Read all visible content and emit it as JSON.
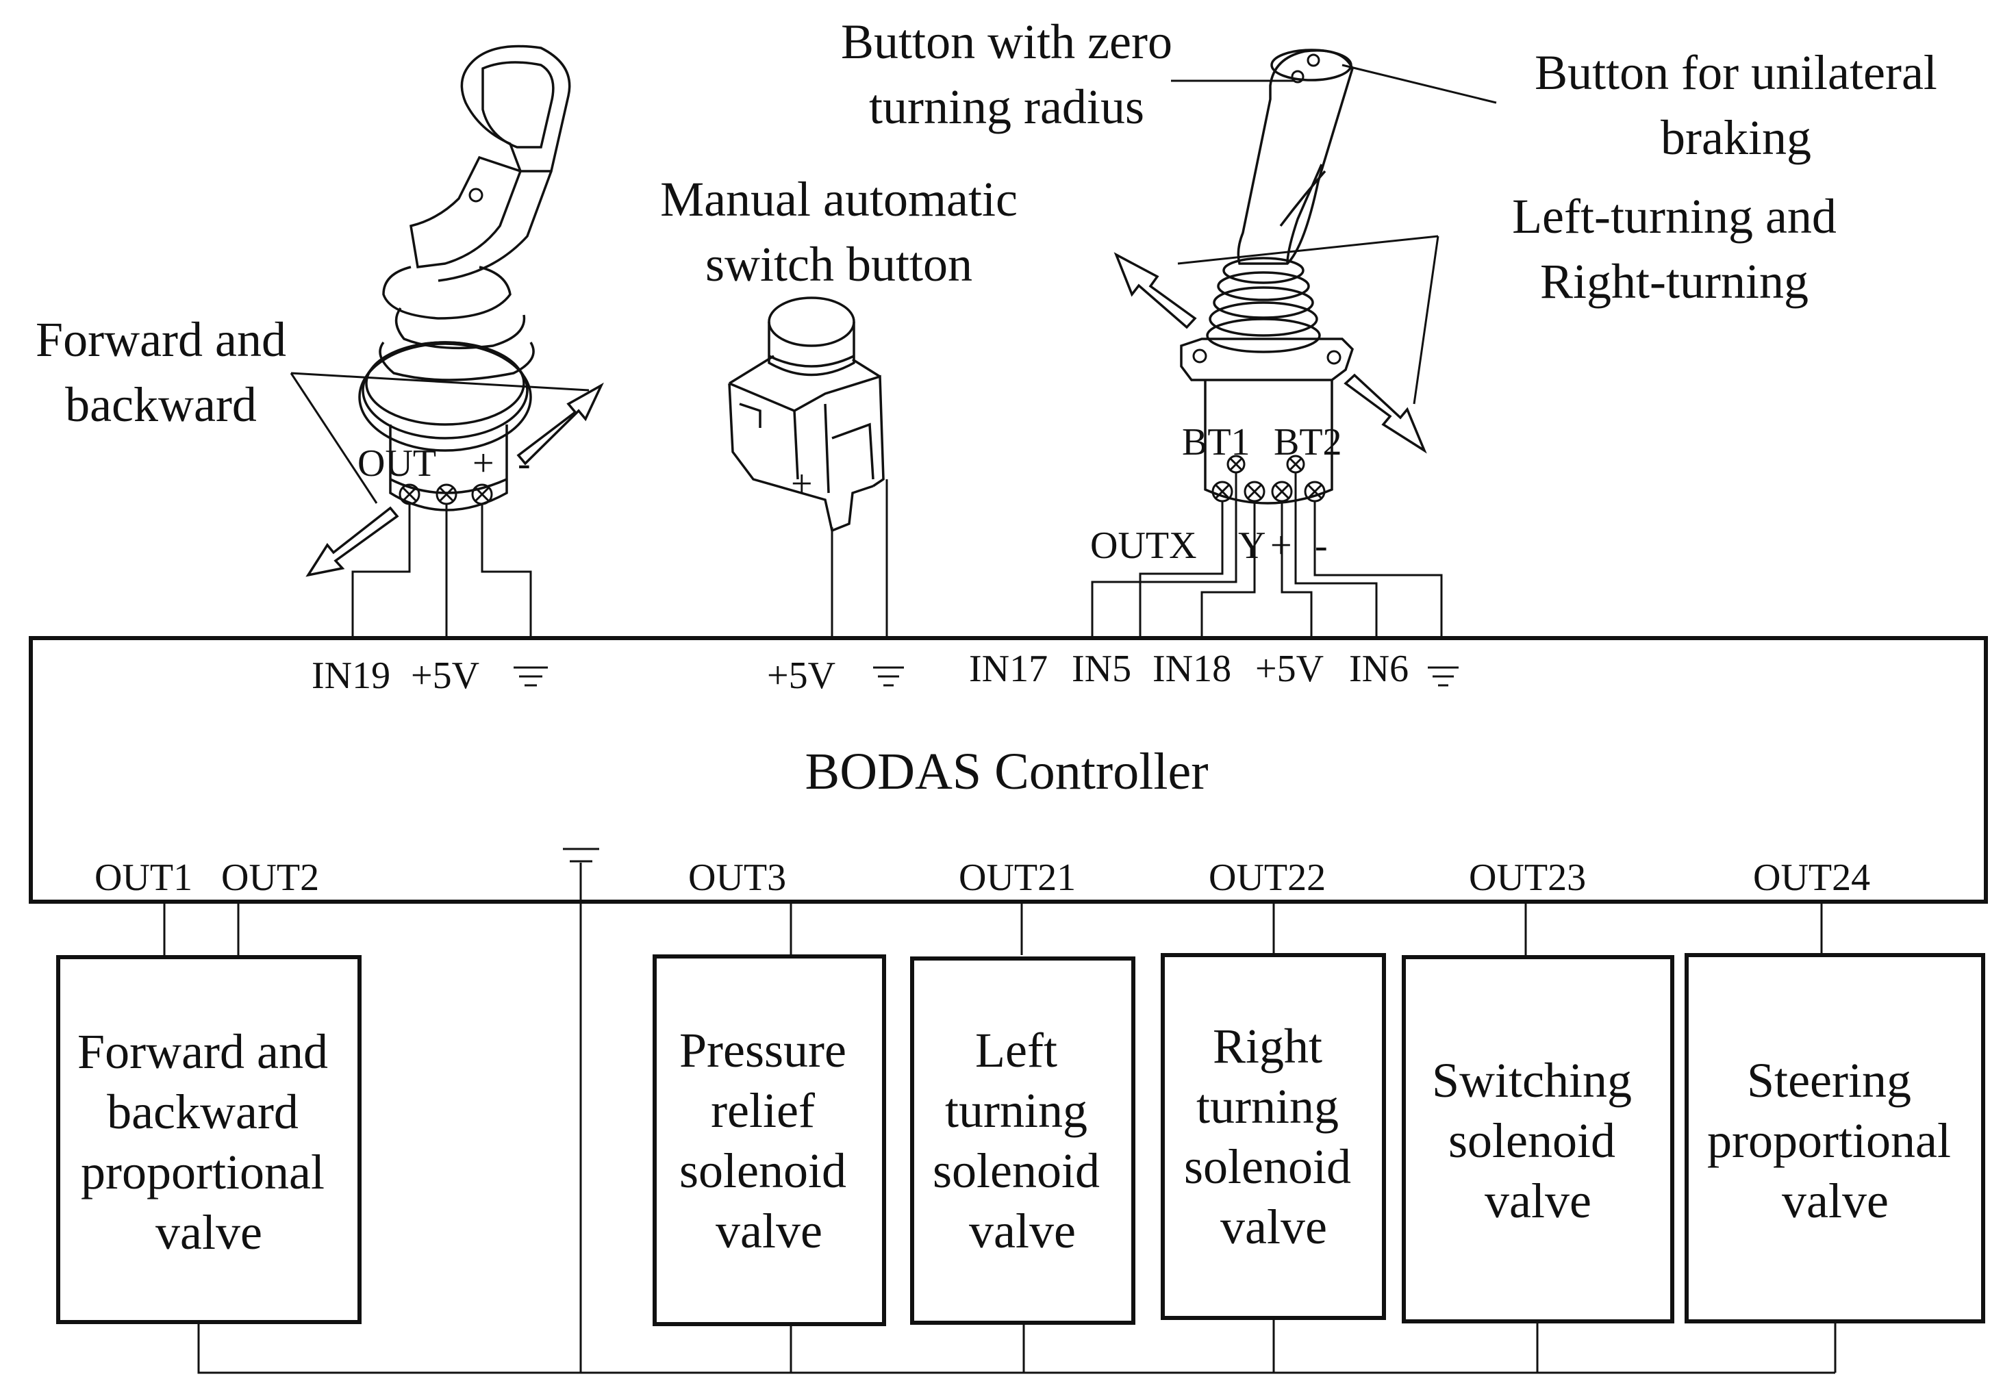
{
  "labels": {
    "fb_line1": "Forward and",
    "fb_line2": "backward",
    "zero_line1": "Button with zero",
    "zero_line2": "turning radius",
    "uni_line1": "Button for unilateral",
    "uni_line2": "braking",
    "manual_line1": "Manual automatic",
    "manual_line2": "switch button",
    "lr_line1": "Left-turning and",
    "lr_line2": "Right-turning"
  },
  "joystick1": {
    "out": "OUT",
    "plus": "+",
    "minus": "-"
  },
  "joystick2": {
    "bt1": "BT1",
    "bt2": "BT2",
    "outx": "OUTX",
    "y": "Y",
    "plus": "+",
    "minus": "-"
  },
  "switch_button": {
    "plus": "+"
  },
  "controller": {
    "title": "BODAS Controller",
    "inputs": {
      "in19": "IN19",
      "v1": "+5V",
      "v2": "+5V",
      "in17": "IN17",
      "in5": "IN5",
      "in18": "IN18",
      "v3": "+5V",
      "in6": "IN6"
    },
    "outputs": {
      "out1": "OUT1",
      "out2": "OUT2",
      "out3": "OUT3",
      "out21": "OUT21",
      "out22": "OUT22",
      "out23": "OUT23",
      "out24": "OUT24"
    }
  },
  "valves": [
    {
      "lines": [
        "Forward and",
        "backward",
        "proportional",
        "valve"
      ]
    },
    {
      "lines": [
        "Pressure",
        "relief",
        "solenoid",
        "valve"
      ]
    },
    {
      "lines": [
        "Left",
        "turning",
        "solenoid",
        "valve"
      ]
    },
    {
      "lines": [
        "Right",
        "turning",
        "solenoid",
        "valve"
      ]
    },
    {
      "lines": [
        "Switching",
        "solenoid",
        "valve"
      ]
    },
    {
      "lines": [
        "Steering",
        "proportional",
        "valve"
      ]
    }
  ]
}
